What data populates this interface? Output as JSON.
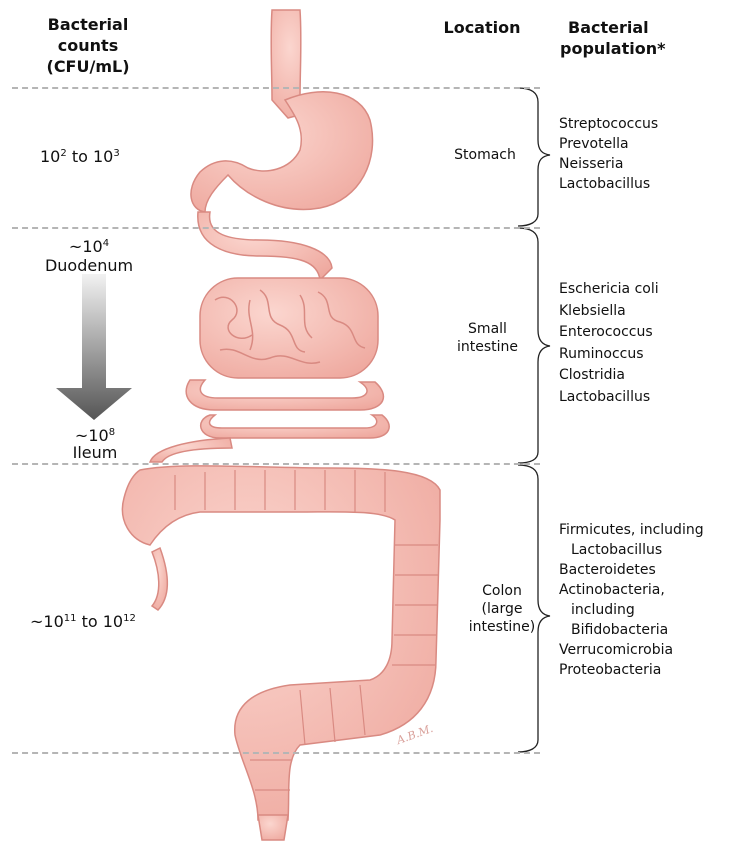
{
  "headers": {
    "counts": [
      "Bacterial",
      "counts",
      "(CFU/mL)"
    ],
    "location": "Location",
    "population": [
      "Bacterial",
      "population*"
    ]
  },
  "counts": {
    "stomach": {
      "base1": "10",
      "exp1": "2",
      "mid": " to ",
      "base2": "10",
      "exp2": "3"
    },
    "small_top": {
      "base": "~10",
      "exp": "4",
      "label": "Duodenum"
    },
    "small_bottom": {
      "base": "~10",
      "exp": "8",
      "label": "Ileum"
    },
    "colon": {
      "base1": "~10",
      "exp1": "11",
      "mid": " to ",
      "base2": "10",
      "exp2": "12"
    }
  },
  "locations": {
    "stomach": "Stomach",
    "small": [
      "Small",
      "intestine"
    ],
    "colon": [
      "Colon",
      "(large",
      "intestine)"
    ]
  },
  "populations": {
    "stomach": [
      "Streptococcus",
      "Prevotella",
      "Neisseria",
      "Lactobacillus"
    ],
    "small": [
      "Eschericia coli",
      "Klebsiella",
      "Enterococcus",
      "Ruminoccus",
      "Clostridia",
      "Lactobacillus"
    ],
    "colon": [
      {
        "text": "Firmicutes, including",
        "indent": false
      },
      {
        "text": "Lactobacillus",
        "indent": true
      },
      {
        "text": "Bacteroidetes",
        "indent": false
      },
      {
        "text": "Actinobacteria,",
        "indent": false
      },
      {
        "text": "including",
        "indent": true
      },
      {
        "text": "Bifidobacteria",
        "indent": true
      },
      {
        "text": "Verrucomicrobia",
        "indent": false
      },
      {
        "text": "Proteobacteria",
        "indent": false
      }
    ]
  },
  "artist_signature": "A.B.M.",
  "colors": {
    "organ_fill": "#f3b3aa",
    "organ_stroke": "#d98a82",
    "divider": "#b5b5b5",
    "arrow": "#6e6e6e"
  }
}
